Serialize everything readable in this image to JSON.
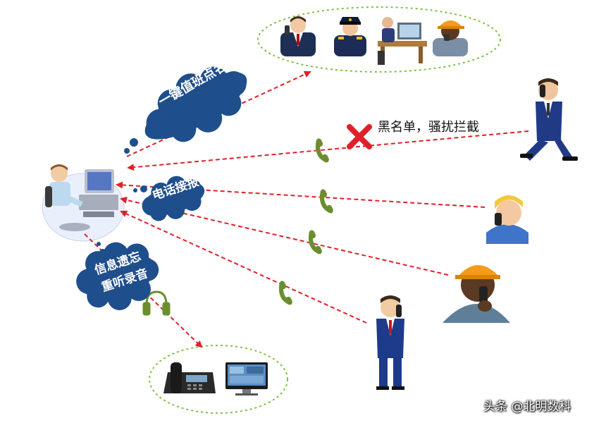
{
  "labels": {
    "one_key_rollcall": "一键值班点名",
    "phone_answer": "电话接报",
    "info_line1": "信息遗忘",
    "info_line2": "重听录音",
    "blacklist": "黑名单，骚扰拦截"
  },
  "watermark": "头条 @北明数科",
  "colors": {
    "cloud": "#1f4e8c",
    "arrow": "#e0202a",
    "ellipse_border": "#7dc242",
    "phone_icon": "#6a8e2e",
    "block_x": "#e0202a"
  },
  "icons": {
    "operator": "operator-at-computer-icon",
    "block": "red-x-block-icon",
    "phone": "phone-handset-icon",
    "headphones": "headphones-icon"
  }
}
